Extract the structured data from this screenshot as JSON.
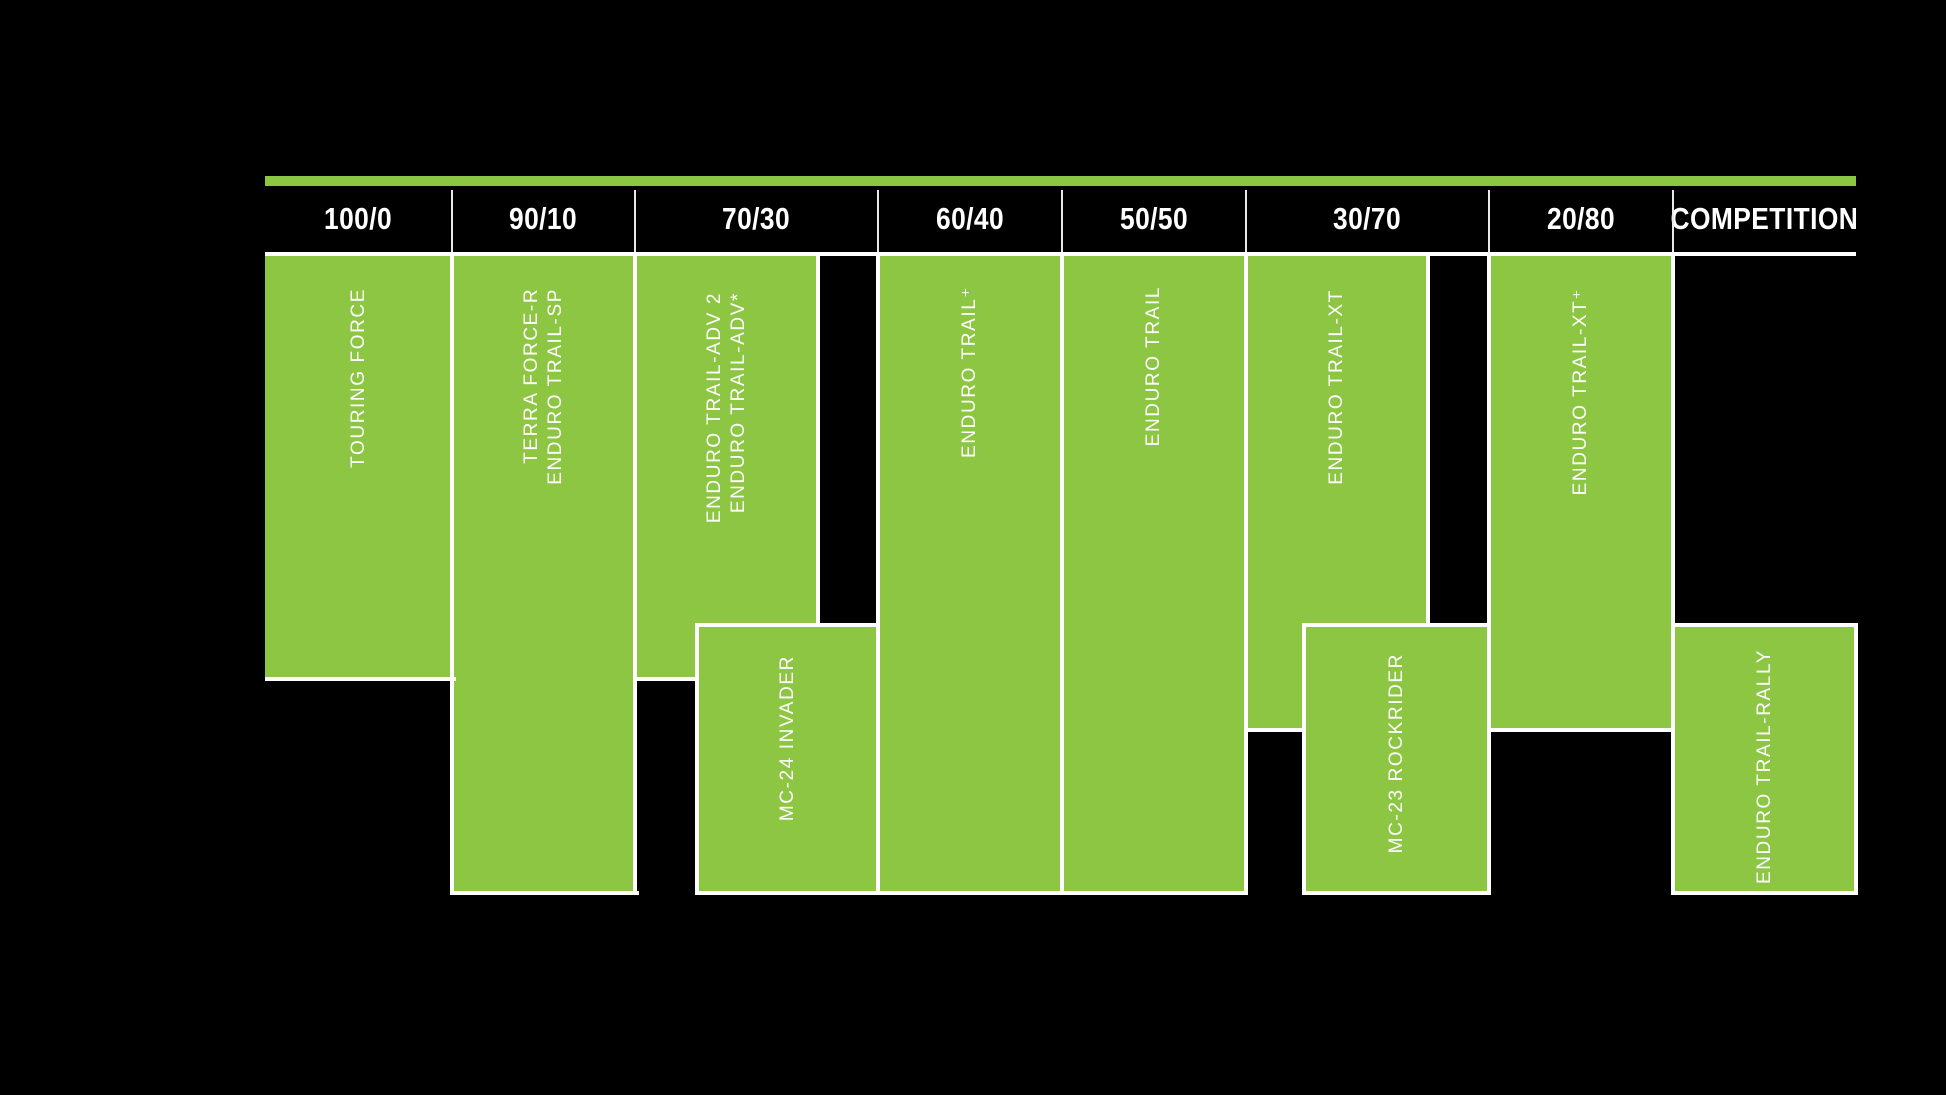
{
  "header": {
    "categories": [
      "100/0",
      "90/10",
      "70/30",
      "60/40",
      "50/50",
      "30/70",
      "20/80",
      "COMPETITION"
    ]
  },
  "blocks": {
    "touring": {
      "label": "TOURING FORCE",
      "column": "100/0",
      "tier": "upper"
    },
    "terra": {
      "label": "TERRA FORCE-R\nENDURO TRAIL-SP",
      "column": "90/10",
      "tier": "full"
    },
    "adv": {
      "label": "ENDURO TRAIL-ADV 2\nENDURO TRAIL-ADV*",
      "column": "70/30",
      "tier": "upper"
    },
    "mc24": {
      "label": "MC-24 INVADER",
      "column": "70/30",
      "tier": "lower"
    },
    "trail_plus": {
      "label": "ENDURO TRAIL⁺",
      "column": "60/40",
      "tier": "full"
    },
    "trail": {
      "label": "ENDURO TRAIL",
      "column": "50/50",
      "tier": "full"
    },
    "xt": {
      "label": "ENDURO TRAIL-XT",
      "column": "30/70",
      "tier": "upper"
    },
    "rockrider": {
      "label": "MC-23 ROCKRIDER",
      "column": "30/70",
      "tier": "lower"
    },
    "xt_plus": {
      "label": "ENDURO TRAIL-XT⁺",
      "column": "20/80",
      "tier": "upper"
    },
    "rally": {
      "label": "ENDURO TRAIL-RALLY",
      "column": "COMPETITION",
      "tier": "lower"
    }
  },
  "colors": {
    "green": "#8CC642",
    "background": "#000000",
    "line": "#FFFFFF"
  }
}
